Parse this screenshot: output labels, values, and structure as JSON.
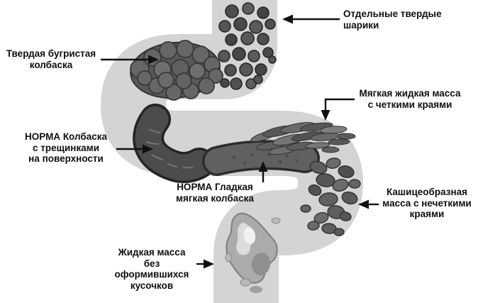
{
  "labels": {
    "hard_balls": "Отдельные твердые\nшарики",
    "lumpy_sausage": "Твердая бугристая\nколбаска",
    "norm_cracked": "НОРМА Колбаска\nс трещинками\nна поверхности",
    "soft_mass": "Мягкая жидкая масса\nс четкими краями",
    "norm_smooth": "НОРМА Гладкая\nмягкая колбаска",
    "mushy_mass": "Кашицеобразная\nмасса с нечеткими\nкраями",
    "liquid_mass": "Жидкая масса\nбез оформившихся\nкусочков"
  },
  "colors": {
    "tube": "#d4d4d4",
    "arrow": "#111111",
    "text": "#0f0f0f",
    "stool_palette": [
      "#4e4e4e",
      "#595959",
      "#666666",
      "#6f6f6f",
      "#7d7d7d",
      "#ababab",
      "#dcdcdc"
    ]
  }
}
